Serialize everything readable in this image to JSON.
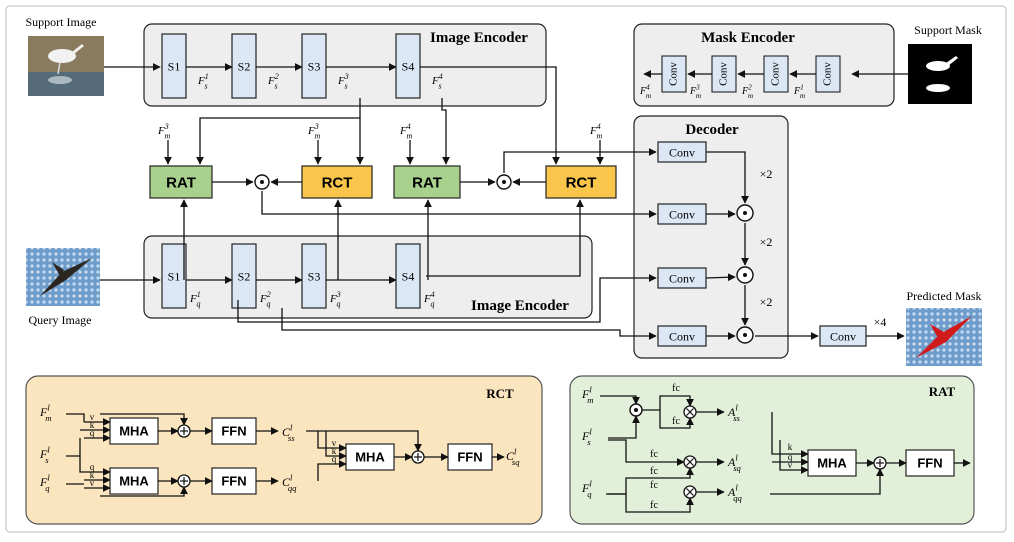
{
  "labels": {
    "support_image": "Support Image",
    "support_mask": "Support Mask",
    "query_image": "Query Image",
    "predicted_mask": "Predicted Mask",
    "image_encoder_top": "Image Encoder",
    "image_encoder_bottom": "Image Encoder",
    "mask_encoder": "Mask Encoder",
    "decoder": "Decoder",
    "rct_panel": "RCT",
    "rat_panel": "RAT"
  },
  "stages": [
    "S1",
    "S2",
    "S3",
    "S4"
  ],
  "support_features": [
    {
      "base": "F",
      "sub": "s",
      "sup": "1"
    },
    {
      "base": "F",
      "sub": "s",
      "sup": "2"
    },
    {
      "base": "F",
      "sub": "s",
      "sup": "3"
    },
    {
      "base": "F",
      "sub": "s",
      "sup": "4"
    }
  ],
  "query_features": [
    {
      "base": "F",
      "sub": "q",
      "sup": "1"
    },
    {
      "base": "F",
      "sub": "q",
      "sup": "2"
    },
    {
      "base": "F",
      "sub": "q",
      "sup": "3"
    },
    {
      "base": "F",
      "sub": "q",
      "sup": "4"
    }
  ],
  "mask_features": [
    {
      "base": "F",
      "sub": "m",
      "sup": "4"
    },
    {
      "base": "F",
      "sub": "m",
      "sup": "3"
    },
    {
      "base": "F",
      "sub": "m",
      "sup": "2"
    },
    {
      "base": "F",
      "sub": "m",
      "sup": "1"
    }
  ],
  "mid_inputs": [
    {
      "base": "F",
      "sub": "m",
      "sup": "3"
    },
    {
      "base": "F",
      "sub": "m",
      "sup": "3"
    },
    {
      "base": "F",
      "sub": "m",
      "sup": "4"
    },
    {
      "base": "F",
      "sub": "m",
      "sup": "4"
    }
  ],
  "blocks": {
    "rat": "RAT",
    "rct": "RCT",
    "conv": "Conv",
    "mha": "MHA",
    "ffn": "FFN",
    "fc": "fc"
  },
  "multipliers": {
    "x2": "×2",
    "x4": "×4"
  },
  "qkv": {
    "q": "q",
    "k": "k",
    "v": "v"
  },
  "rct_math": {
    "in_m": {
      "base": "F",
      "sub": "m",
      "sup": "l"
    },
    "in_s": {
      "base": "F",
      "sub": "s",
      "sup": "l"
    },
    "in_q": {
      "base": "F",
      "sub": "q",
      "sup": "l"
    },
    "c_ss": {
      "base": "C",
      "sub": "ss",
      "sup": "l"
    },
    "c_qq": {
      "base": "C",
      "sub": "qq",
      "sup": "l"
    },
    "c_sq": {
      "base": "C",
      "sub": "sq",
      "sup": "l"
    }
  },
  "rat_math": {
    "in_m": {
      "base": "F",
      "sub": "m",
      "sup": "l"
    },
    "in_s": {
      "base": "F",
      "sub": "s",
      "sup": "l"
    },
    "in_q": {
      "base": "F",
      "sub": "q",
      "sup": "l"
    },
    "a_ss": {
      "base": "A",
      "sub": "ss",
      "sup": "l"
    },
    "a_sq": {
      "base": "A",
      "sub": "sq",
      "sup": "l"
    },
    "a_qq": {
      "base": "A",
      "sub": "qq",
      "sup": "l"
    }
  },
  "colors": {
    "encoder_bg": "#eeeeee",
    "stage_fill": "#dbe7f5",
    "rat_fill": "#a9d18e",
    "rct_fill": "#f9c64b",
    "rct_panel": "#fbe5bf",
    "rat_panel": "#e2efd9",
    "conv_fill": "#dbe7f5"
  }
}
